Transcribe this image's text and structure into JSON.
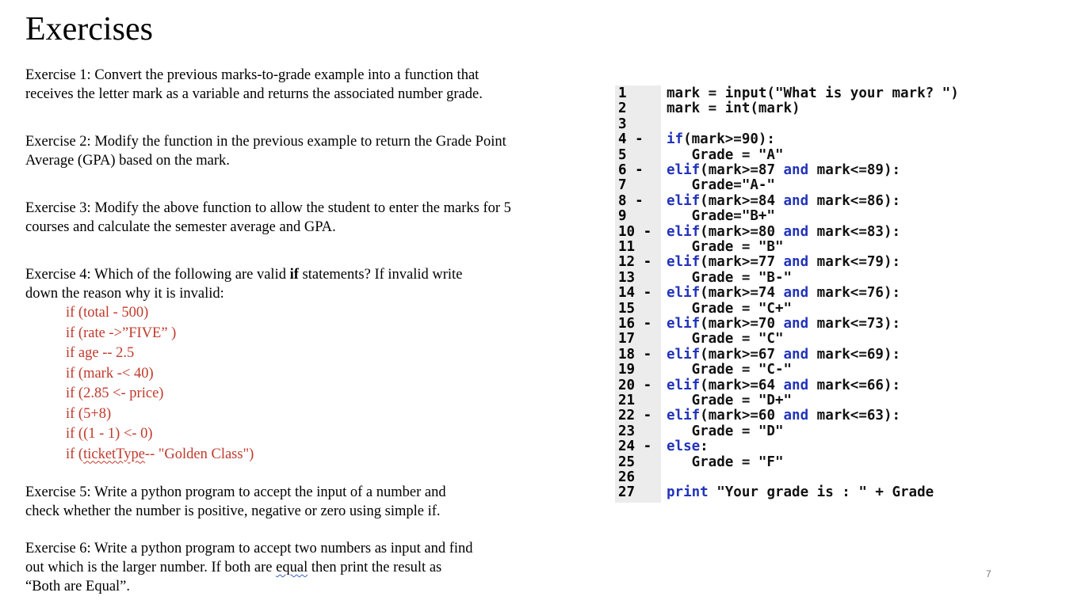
{
  "title": "Exercises",
  "exercises": [
    {
      "lines": [
        "Exercise 1: Convert the previous marks-to-grade example into a function that",
        "receives the letter mark as a variable and returns the associated number grade."
      ]
    },
    {
      "lines": [
        "Exercise 2: Modify the function in the previous example to return the Grade Point",
        "Average (GPA) based on the mark."
      ]
    },
    {
      "lines": [
        "Exercise 3: Modify the above function to allow the student to enter the marks for 5",
        "courses and calculate the semester average and GPA."
      ]
    },
    {
      "line1_pre": "Exercise 4: Which of the following are valid ",
      "line1_bold": "if",
      "line1_post": " statements? If invalid write",
      "line2": "down the reason why it is invalid:"
    },
    {
      "lines": [
        "Exercise 5: Write a python program to accept the input of a number and",
        "check whether the number is positive, negative or zero using simple if."
      ]
    },
    {
      "line1": "Exercise 6: Write a python program to accept two numbers as input and find",
      "line2_pre": "out which is the larger number. If both are ",
      "line2_underlined": "equal",
      "line2_post": " then print the result as",
      "line3": "“Both are Equal”."
    }
  ],
  "if_statements": [
    "if (total - 500)",
    "if (rate ->”FIVE” )",
    "if  age -- 2.5",
    "if (mark -< 40)",
    "if (2.85 <- price)",
    "if (5+8)",
    "if ((1 - 1) <- 0)"
  ],
  "last_statement": {
    "pre": "if (",
    "underlined": "ticketType",
    "post": "-- \"Golden Class\")"
  },
  "code": {
    "line_numbers": [
      "1",
      "2",
      "3",
      "4 -",
      "5",
      "6 -",
      "7",
      "8 -",
      "9",
      "10 -",
      "11",
      "12 -",
      "13",
      "14 -",
      "15",
      "16 -",
      "17",
      "18 -",
      "19",
      "20 -",
      "21",
      "22 -",
      "23",
      "24 -",
      "25",
      "26",
      "27"
    ],
    "lines": [
      [
        {
          "t": "mark = input(\"What is your mark? \")",
          "c": "plain"
        }
      ],
      [
        {
          "t": "mark = int(mark)",
          "c": "plain"
        }
      ],
      [
        {
          "t": "",
          "c": "plain"
        }
      ],
      [
        {
          "t": "if(mark>=90):",
          "c": "kw"
        }
      ],
      [
        {
          "t": "   Grade = \"A\"",
          "c": "plain"
        }
      ],
      [
        {
          "t": "elif(mark>=87 ",
          "c": "kw"
        },
        {
          "t": "and",
          "c": "kw"
        },
        {
          "t": " mark<=89):",
          "c": "plain"
        }
      ],
      [
        {
          "t": "   Grade=\"A-\"",
          "c": "plain"
        }
      ],
      [
        {
          "t": "elif(mark>=84 ",
          "c": "kw"
        },
        {
          "t": "and",
          "c": "kw"
        },
        {
          "t": " mark<=86):",
          "c": "plain"
        }
      ],
      [
        {
          "t": "   Grade=\"B+\"",
          "c": "plain"
        }
      ],
      [
        {
          "t": "elif(mark>=80 ",
          "c": "kw"
        },
        {
          "t": "and",
          "c": "kw"
        },
        {
          "t": " mark<=83):",
          "c": "plain"
        }
      ],
      [
        {
          "t": "   Grade = \"B\"",
          "c": "plain"
        }
      ],
      [
        {
          "t": "elif(mark>=77 ",
          "c": "kw"
        },
        {
          "t": "and",
          "c": "kw"
        },
        {
          "t": " mark<=79):",
          "c": "plain"
        }
      ],
      [
        {
          "t": "   Grade = \"B-\"",
          "c": "plain"
        }
      ],
      [
        {
          "t": "elif(mark>=74 ",
          "c": "kw"
        },
        {
          "t": "and",
          "c": "kw"
        },
        {
          "t": " mark<=76):",
          "c": "plain"
        }
      ],
      [
        {
          "t": "   Grade = \"C+\"",
          "c": "plain"
        }
      ],
      [
        {
          "t": "elif(mark>=70 ",
          "c": "kw"
        },
        {
          "t": "and",
          "c": "kw"
        },
        {
          "t": " mark<=73):",
          "c": "plain"
        }
      ],
      [
        {
          "t": "   Grade = \"C\"",
          "c": "plain"
        }
      ],
      [
        {
          "t": "elif(mark>=67 ",
          "c": "kw"
        },
        {
          "t": "and",
          "c": "kw"
        },
        {
          "t": " mark<=69):",
          "c": "plain"
        }
      ],
      [
        {
          "t": "   Grade = \"C-\"",
          "c": "plain"
        }
      ],
      [
        {
          "t": "elif(mark>=64 ",
          "c": "kw"
        },
        {
          "t": "and",
          "c": "kw"
        },
        {
          "t": " mark<=66):",
          "c": "plain"
        }
      ],
      [
        {
          "t": "   Grade = \"D+\"",
          "c": "plain"
        }
      ],
      [
        {
          "t": "elif(mark>=60 ",
          "c": "kw"
        },
        {
          "t": "and",
          "c": "kw"
        },
        {
          "t": " mark<=63):",
          "c": "plain"
        }
      ],
      [
        {
          "t": "   Grade = \"D\"",
          "c": "plain"
        }
      ],
      [
        {
          "t": "else:",
          "c": "kw"
        }
      ],
      [
        {
          "t": "   Grade = \"F\"",
          "c": "plain"
        }
      ],
      [
        {
          "t": "",
          "c": "plain"
        }
      ],
      [
        {
          "t": "print",
          "c": "kw"
        },
        {
          "t": " \"Your grade is : \" + Grade",
          "c": "plain"
        }
      ]
    ]
  },
  "colors": {
    "keyword": "#2233bb",
    "statement_red": "#c0392b",
    "gutter": "#ececec"
  },
  "page_number": "7"
}
